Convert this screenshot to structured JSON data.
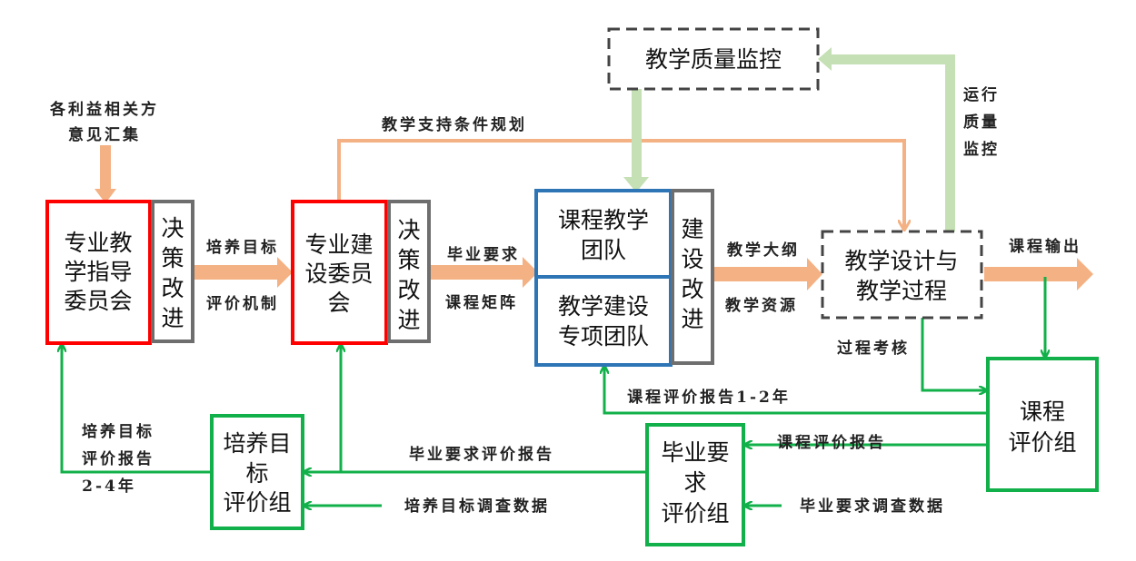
{
  "colors": {
    "red": "#ff0000",
    "gray": "#6e6e6e",
    "blue": "#2e75b6",
    "green": "#12b04a",
    "orange": "#f4b183",
    "lightgreen": "#c5e0b4"
  },
  "nodes": {
    "guidance_committee": [
      "专业教",
      "学指导",
      "委员会"
    ],
    "decision1": [
      "决",
      "策",
      "改",
      "进"
    ],
    "construction_committee": [
      "专业建",
      "设委员",
      "会"
    ],
    "decision2": [
      "决",
      "策",
      "改",
      "进"
    ],
    "course_team": [
      "课程教学",
      "团队"
    ],
    "special_team": [
      "教学建设",
      "专项团队"
    ],
    "build_improve": [
      "建",
      "设",
      "改",
      "进"
    ],
    "teaching_process": [
      "教学设计与",
      "教学过程"
    ],
    "quality_monitor": "教学质量监控",
    "course_eval": [
      "课程",
      "评价组"
    ],
    "grad_eval": [
      "毕业要",
      "求",
      "评价组"
    ],
    "goal_eval": [
      "培养目",
      "标",
      "评价组"
    ]
  },
  "labels": {
    "stakeholders": [
      "各利益相关方",
      "意见汇集"
    ],
    "goal": "培养目标",
    "mechanism": "评价机制",
    "grad_req": "毕业要求",
    "matrix": "课程矩阵",
    "support": "教学支持条件规划",
    "syllabus": "教学大纲",
    "resources": "教学资源",
    "output": "课程输出",
    "run_quality": [
      "运行",
      "质量",
      "监控"
    ],
    "process_assess": "过程考核",
    "course_report_years": "课程评价报告1-2年",
    "course_report": "课程评价报告",
    "grad_report": "毕业要求评价报告",
    "grad_survey": "毕业要求调查数据",
    "goal_survey": "培养目标调查数据",
    "goal_report": [
      "培养目标",
      "评价报告",
      "2-4年"
    ]
  }
}
